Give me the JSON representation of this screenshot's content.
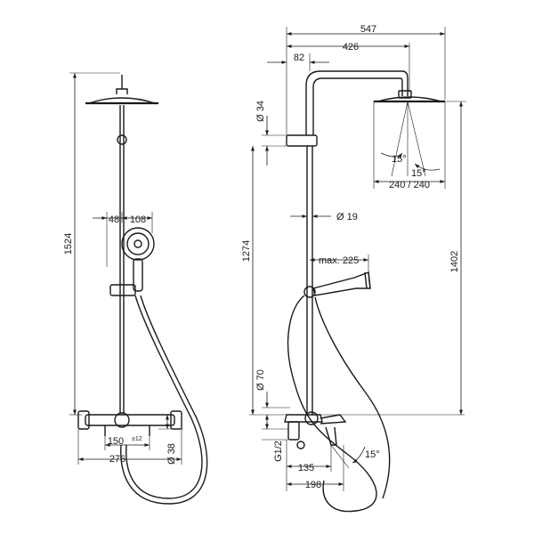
{
  "diagram": {
    "front_view": {
      "overall_height": "1524",
      "handshower_offset": "48",
      "handshower_width": "108",
      "inlet_spacing": "150",
      "inlet_tolerance": "±12",
      "mixer_width": "276",
      "mixer_diameter": "Ø 38"
    },
    "side_view": {
      "overall_reach": "547",
      "arm_reach": "426",
      "pipe_offset": "82",
      "pipe_diameter": "Ø 34",
      "slider_height": "1274",
      "rail_diameter": "Ø 19",
      "handshower_reach": "max. 225",
      "showerhead_height": "1402",
      "spray_angle_left": "15°",
      "spray_angle_right": "15°",
      "showerhead_size": "240 / 240",
      "connection_diameter": "Ø 70",
      "thread_size": "G1/2",
      "spout_reach_short": "135",
      "spout_reach_long": "198",
      "spout_angle": "15°"
    }
  }
}
